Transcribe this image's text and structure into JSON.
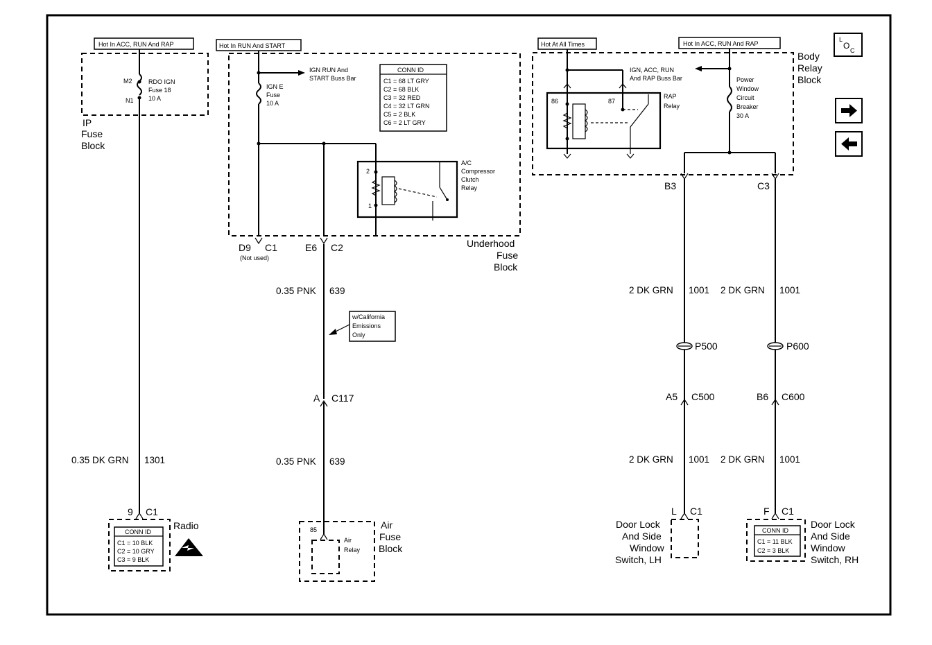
{
  "hot_labels": {
    "ip": "Hot In ACC, RUN And RAP",
    "underhood": "Hot In RUN And START",
    "body_all": "Hot At All Times",
    "body_acc": "Hot In ACC, RUN And RAP"
  },
  "ip_fuse_block": {
    "m2": "M2",
    "n1": "N1",
    "fuse_line1": "RDO IGN",
    "fuse_line2": "Fuse 18",
    "fuse_line3": "10 A",
    "name_line1": "IP",
    "name_line2": "Fuse",
    "name_line3": "Block"
  },
  "underhood_fuse_block": {
    "buss_line1": "IGN RUN And",
    "buss_line2": "START Buss Bar",
    "fuse_line1": "IGN E",
    "fuse_line2": "Fuse",
    "fuse_line3": "10 A",
    "conn_title": "CONN ID",
    "conn_rows": [
      "C1 = 68 LT GRY",
      "C2 = 68 BLK",
      "C3 = 32 RED",
      "C4 = 32 LT GRN",
      "C5 = 2 BLK",
      "C6 = 2 LT GRY"
    ],
    "relay_line1": "A/C",
    "relay_line2": "Compressor",
    "relay_line3": "Clutch",
    "relay_line4": "Relay",
    "pin2": "2",
    "pin1": "1",
    "d9": "D9",
    "c1": "C1",
    "not_used": "(Not used)",
    "e6": "E6",
    "c2": "C2",
    "name_line1": "Underhood",
    "name_line2": "Fuse",
    "name_line3": "Block"
  },
  "body_relay_block": {
    "buss_line1": "IGN, ACC, RUN",
    "buss_line2": "And RAP Buss Bar",
    "pin86": "86",
    "pin87": "87",
    "rap_line1": "RAP",
    "rap_line2": "Relay",
    "cb_line1": "Power",
    "cb_line2": "Window",
    "cb_line3": "Circuit",
    "cb_line4": "Breaker",
    "cb_line5": "30 A",
    "name_line1": "Body",
    "name_line2": "Relay",
    "name_line3": "Block",
    "b3": "B3",
    "c3": "C3"
  },
  "wires": {
    "pnk_top": "0.35 PNK",
    "pnk_top_num": "639",
    "pnk_bot": "0.35 PNK",
    "pnk_bot_num": "639",
    "dkgrn_ip": "0.35 DK GRN",
    "dkgrn_ip_num": "1301",
    "lh_top": "2 DK GRN",
    "lh_top_num": "1001",
    "rh_top": "2 DK GRN",
    "rh_top_num": "1001",
    "lh_bot": "2 DK GRN",
    "lh_bot_num": "1001",
    "rh_bot": "2 DK GRN",
    "rh_bot_num": "1001"
  },
  "connectors": {
    "c117_pin": "A",
    "c117": "C117",
    "p500": "P500",
    "p600": "P600",
    "c500_pin": "A5",
    "c500": "C500",
    "c600_pin": "B6",
    "c600": "C600"
  },
  "california_note": {
    "line1": "w/California",
    "line2": "Emissions",
    "line3": "Only"
  },
  "radio": {
    "pin": "9",
    "conn": "C1",
    "name": "Radio",
    "conn_title": "CONN ID",
    "conn_rows": [
      "C1 = 10 BLK",
      "C2 = 10 GRY",
      "C3 = 9 BLK"
    ]
  },
  "air_fuse_block": {
    "pin85": "85",
    "relay_line1": "Air",
    "relay_line2": "Relay",
    "name_line1": "Air",
    "name_line2": "Fuse",
    "name_line3": "Block"
  },
  "lh_switch": {
    "pin": "L",
    "conn": "C1",
    "name_line1": "Door Lock",
    "name_line2": "And Side",
    "name_line3": "Window",
    "name_line4": "Switch, LH"
  },
  "rh_switch": {
    "pin": "F",
    "conn": "C1",
    "conn_title": "CONN ID",
    "conn_rows": [
      "C1 = 11 BLK",
      "C2 = 3 BLK"
    ],
    "name_line1": "Door Lock",
    "name_line2": "And Side",
    "name_line3": "Window",
    "name_line4": "Switch, RH"
  },
  "loc_icon": {
    "l": "L",
    "o": "O",
    "c": "C"
  },
  "icons": {
    "next": "arrow-right-icon",
    "prev": "arrow-left-icon",
    "esd": "esd-warning-icon"
  }
}
